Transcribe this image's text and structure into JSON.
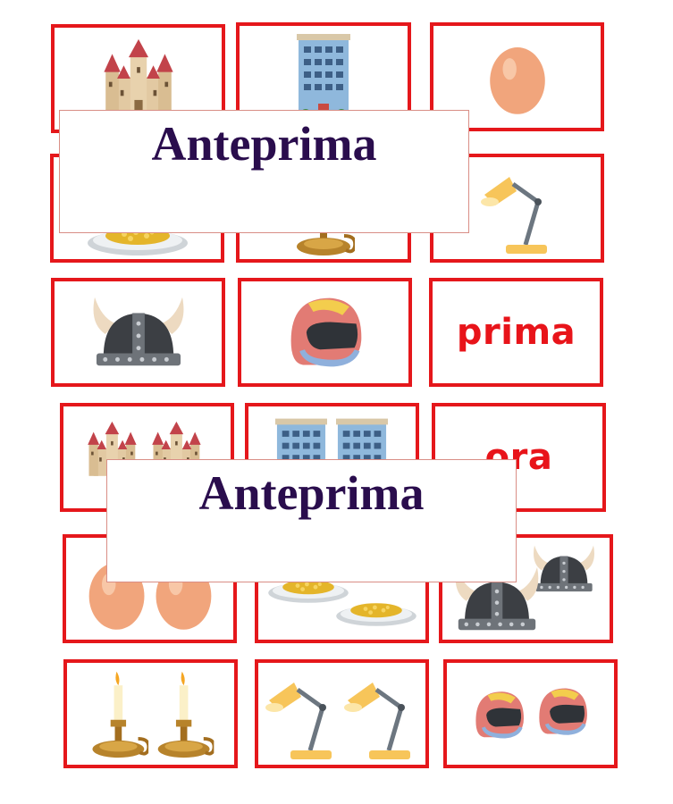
{
  "banners": [
    "Anteprima",
    "Anteprima"
  ],
  "words": {
    "prima": "prima",
    "ora": "ora"
  },
  "colors": {
    "border": "#e5171b",
    "word": "#e8141a",
    "title": "#2a0d4d"
  },
  "cards": [
    {
      "icon": "castle-icon"
    },
    {
      "icon": "building-icon"
    },
    {
      "icon": "egg-icon"
    },
    {
      "icon": "plate-icon"
    },
    {
      "icon": "candlestick-icon"
    },
    {
      "icon": "desk-lamp-icon"
    },
    {
      "icon": "viking-helmet-icon"
    },
    {
      "icon": "motorcycle-helmet-icon"
    },
    {
      "icon": "word-prima"
    },
    {
      "icon": "castles-icon"
    },
    {
      "icon": "buildings-icon"
    },
    {
      "icon": "word-ora"
    },
    {
      "icon": "eggs-icon"
    },
    {
      "icon": "plates-icon"
    },
    {
      "icon": "viking-helmets-icon"
    },
    {
      "icon": "candlesticks-icon"
    },
    {
      "icon": "desk-lamps-icon"
    },
    {
      "icon": "motorcycle-helmets-icon"
    }
  ]
}
